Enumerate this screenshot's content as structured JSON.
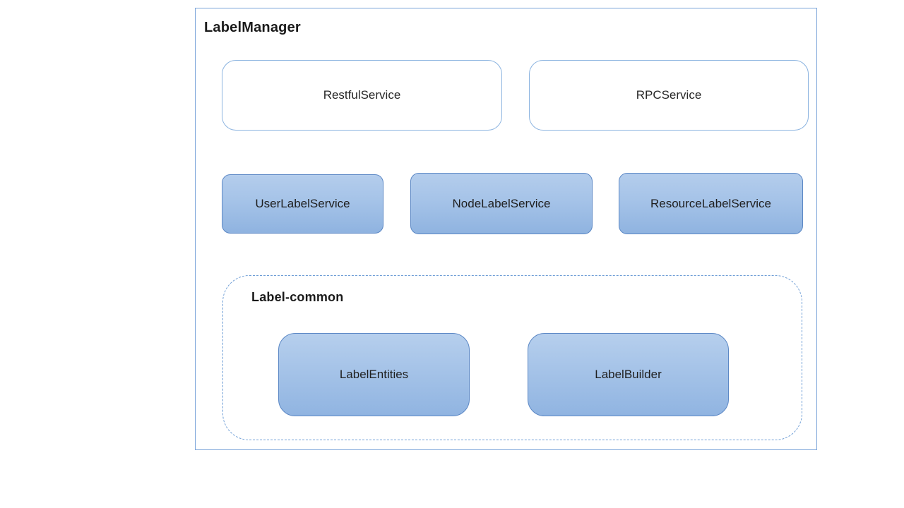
{
  "diagram": {
    "title": "LabelManager",
    "api_layer": {
      "restful": {
        "label": "RestfulService"
      },
      "rpc": {
        "label": "RPCService"
      }
    },
    "service_layer": {
      "user": {
        "label": "UserLabelService"
      },
      "node": {
        "label": "NodeLabelService"
      },
      "resource": {
        "label": "ResourceLabelService"
      }
    },
    "label_common": {
      "title": "Label-common",
      "entities": {
        "label": "LabelEntities"
      },
      "builder": {
        "label": "LabelBuilder"
      }
    },
    "colors": {
      "outer_border": "#7ba4d9",
      "white_box_border": "#8cb4e0",
      "blue_box_border": "#5c88c5",
      "blue_box_fill_top": "#b4cdec",
      "blue_box_fill_bottom": "#8fb3e0",
      "dashed_border": "#6f9ed6",
      "text": "#262626",
      "background": "#ffffff"
    }
  }
}
